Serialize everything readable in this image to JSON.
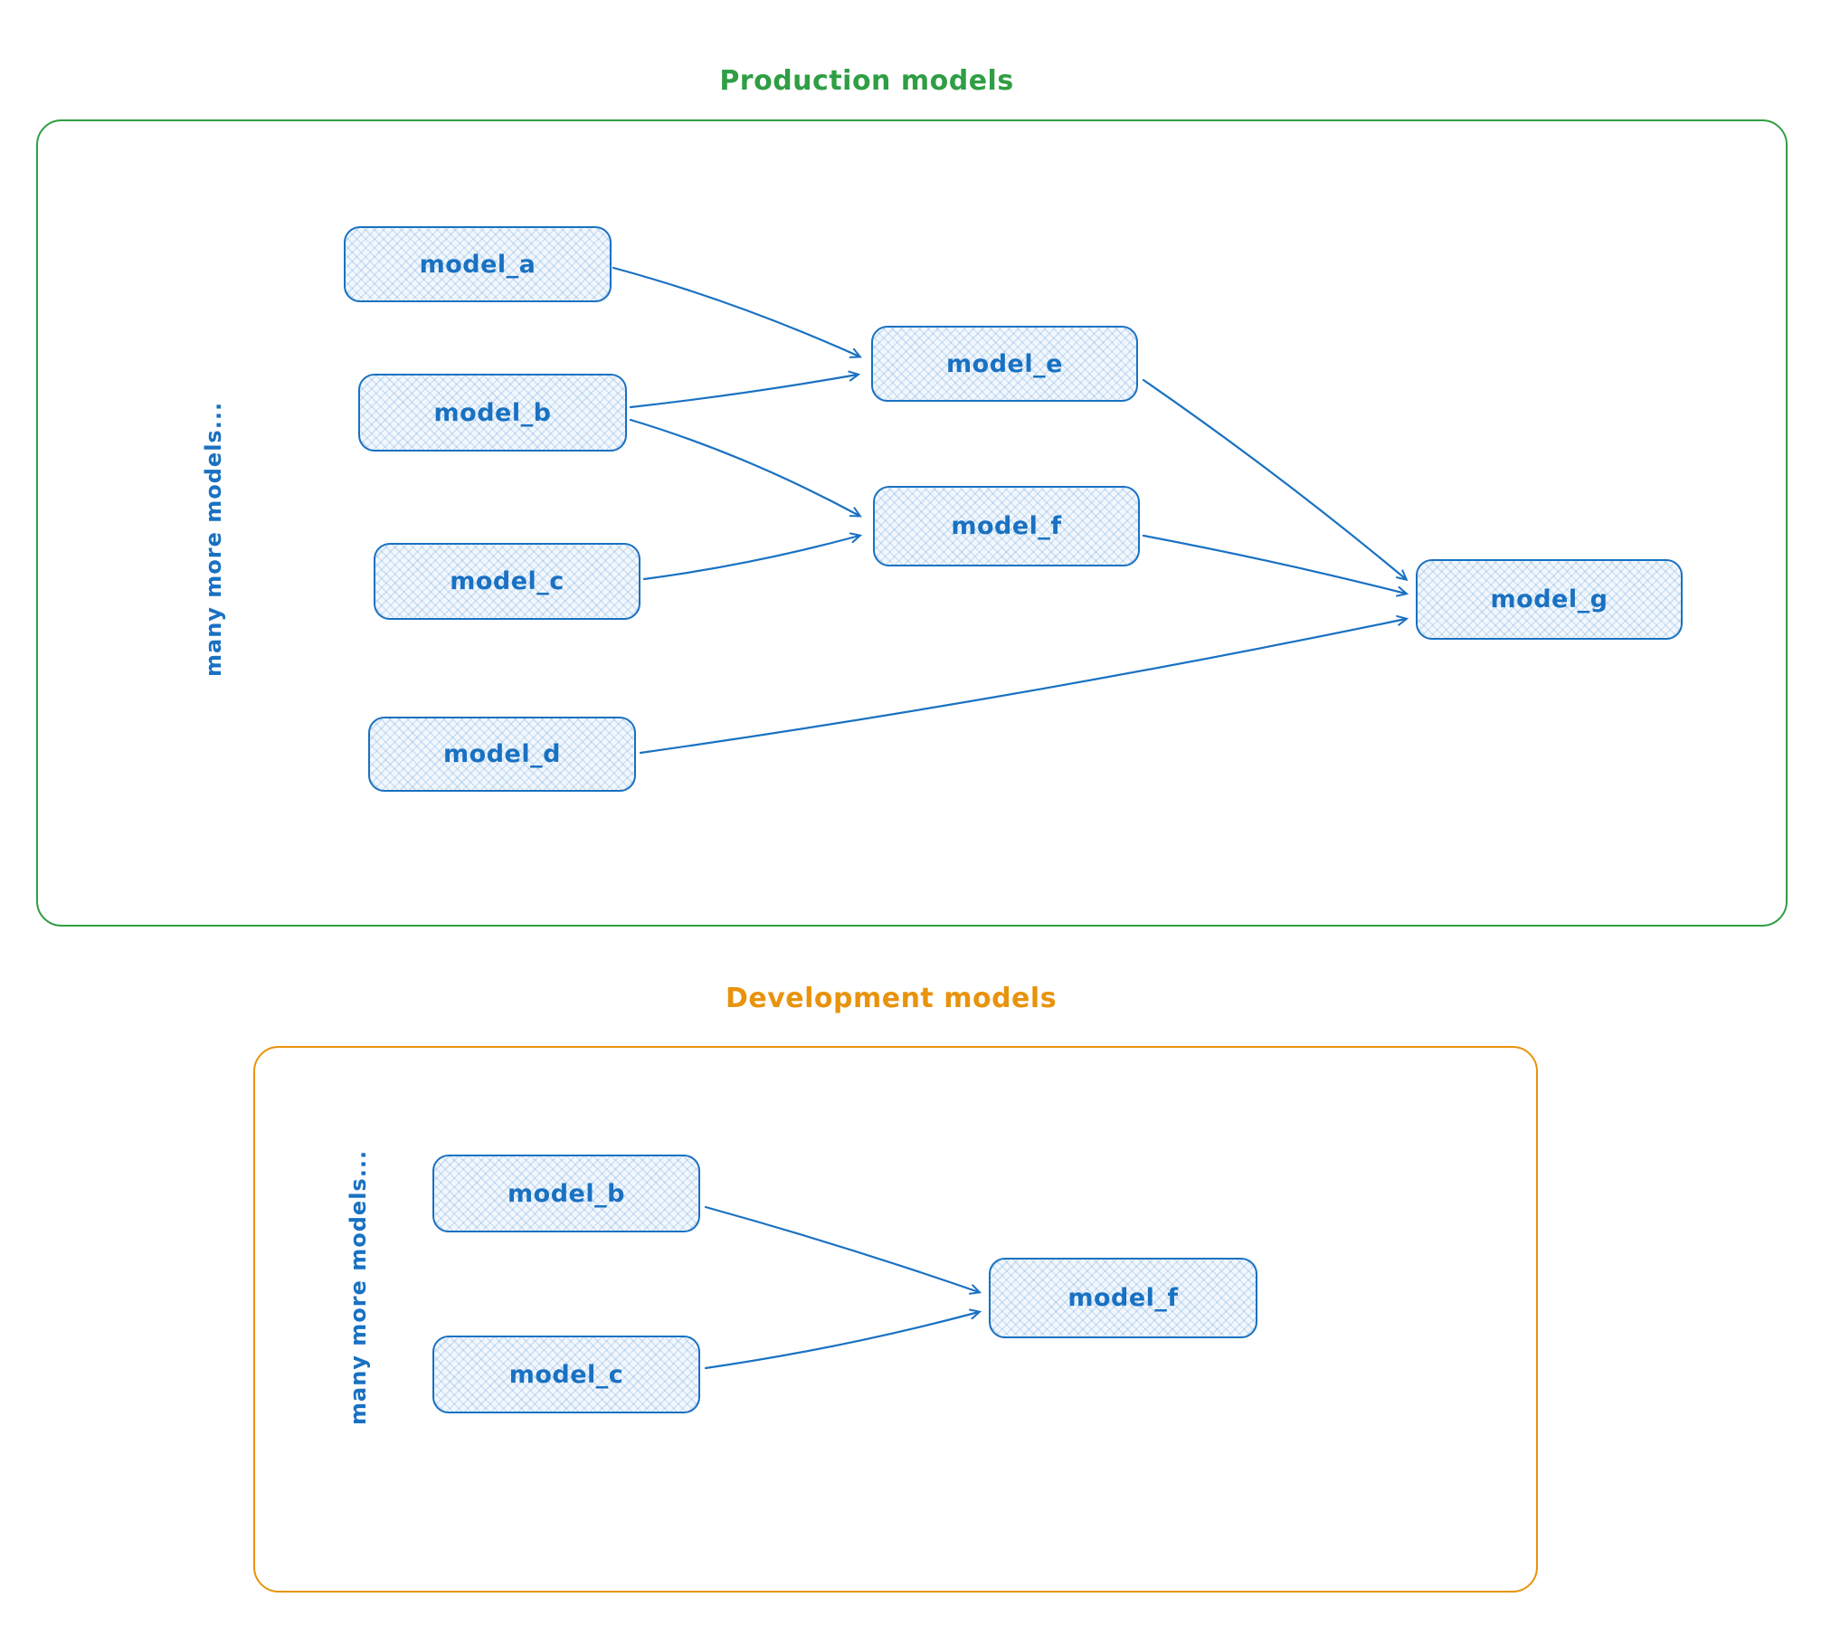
{
  "diagram": {
    "groups": {
      "production": {
        "title": "Production models",
        "side_label": "many more models...",
        "nodes": {
          "model_a": {
            "label": "model_a"
          },
          "model_b": {
            "label": "model_b"
          },
          "model_c": {
            "label": "model_c"
          },
          "model_d": {
            "label": "model_d"
          },
          "model_e": {
            "label": "model_e"
          },
          "model_f": {
            "label": "model_f"
          },
          "model_g": {
            "label": "model_g"
          }
        },
        "edges": [
          {
            "from": "model_a",
            "to": "model_e"
          },
          {
            "from": "model_b",
            "to": "model_e"
          },
          {
            "from": "model_b",
            "to": "model_f"
          },
          {
            "from": "model_c",
            "to": "model_f"
          },
          {
            "from": "model_e",
            "to": "model_g"
          },
          {
            "from": "model_f",
            "to": "model_g"
          },
          {
            "from": "model_d",
            "to": "model_g"
          }
        ]
      },
      "development": {
        "title": "Development models",
        "side_label": "many more models...",
        "nodes": {
          "model_b": {
            "label": "model_b"
          },
          "model_c": {
            "label": "model_c"
          },
          "model_f": {
            "label": "model_f"
          }
        },
        "edges": [
          {
            "from": "model_b",
            "to": "model_f"
          },
          {
            "from": "model_c",
            "to": "model_f"
          }
        ]
      }
    },
    "colors": {
      "production_border": "#2f9e44",
      "development_border": "#e8930c",
      "node_stroke": "#1971c2",
      "node_fill": "#f2f7fd",
      "arrow": "#1971c2"
    }
  }
}
